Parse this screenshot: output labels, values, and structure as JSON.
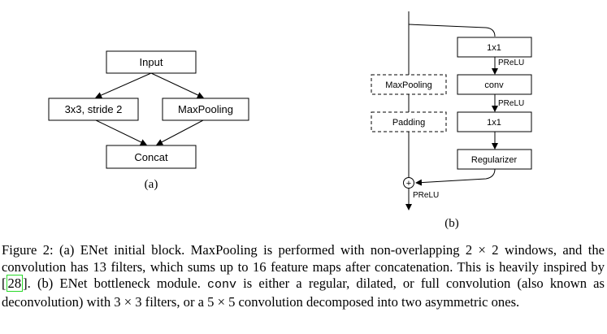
{
  "panel_a": {
    "input": "Input",
    "conv": "3x3, stride 2",
    "maxpool": "MaxPooling",
    "concat": "Concat",
    "label": "(a)"
  },
  "panel_b": {
    "maxpool": "MaxPooling",
    "padding": "Padding",
    "conv1": "1x1",
    "prelu1": "PReLU",
    "conv": "conv",
    "prelu2": "PReLU",
    "conv2": "1x1",
    "regularizer": "Regularizer",
    "plus": "+",
    "prelu_out": "PReLU",
    "label": "(b)"
  },
  "caption": {
    "part1": "Figure 2: (a) ENet initial block. MaxPooling is performed with non-overlapping ",
    "m1": "2 × 2",
    "part2": " windows, and the convolution has 13 filters, which sums up to 16 feature maps after concatenation. This is heavily inspired by [",
    "ref": "28",
    "part3": "]. (b) ENet bottleneck module. ",
    "code": "conv",
    "part4": " is either a regular, dilated, or full convolution (also known as deconvolution) with ",
    "m2": "3 × 3",
    "part5": " filters, or a ",
    "m3": "5 × 5",
    "part6": " convolution decomposed into two asymmetric ones."
  }
}
